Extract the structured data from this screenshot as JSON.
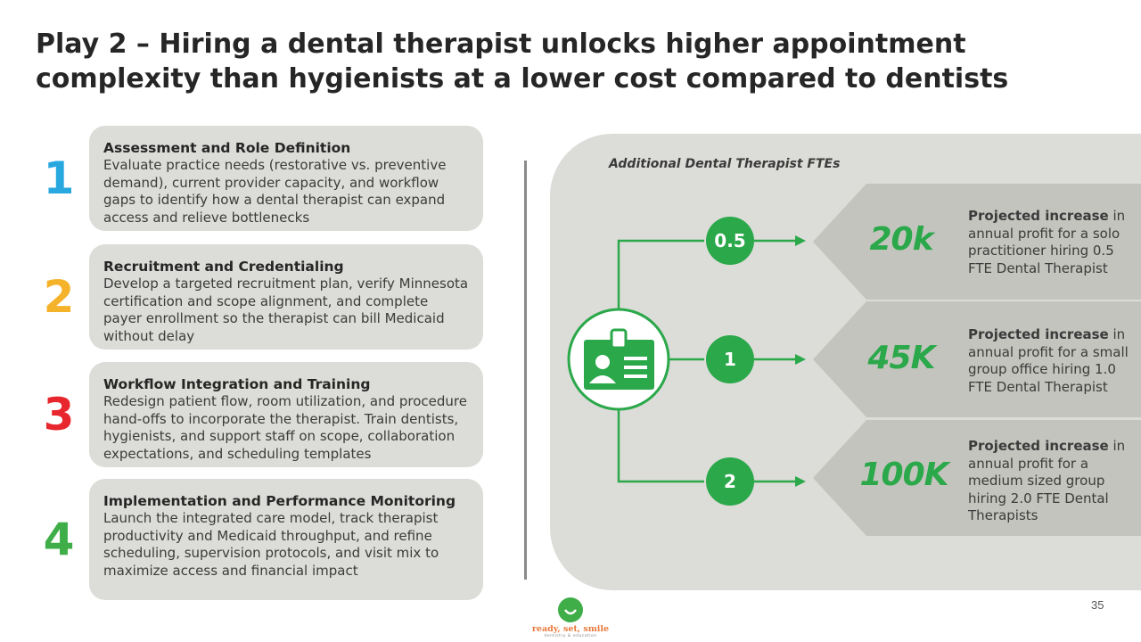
{
  "title": "Play 2 – Hiring a dental therapist unlocks higher appointment complexity than hygienists at a lower cost compared to dentists",
  "steps": [
    {
      "num": "1",
      "color": "#29a8e0",
      "title": "Assessment and Role Definition",
      "desc": "Evaluate practice needs (restorative vs. preventive demand), current provider capacity, and workflow gaps to identify how a dental therapist can expand access and relieve bottlenecks"
    },
    {
      "num": "2",
      "color": "#f4b32a",
      "title": "Recruitment and Credentialing",
      "desc": "Develop a targeted recruitment plan, verify Minnesota certification and scope alignment, and complete payer enrollment so the therapist can bill Medicaid without delay"
    },
    {
      "num": "3",
      "color": "#e8262d",
      "title": "Workflow Integration and Training",
      "desc": "Redesign patient flow, room utilization, and procedure hand-offs to incorporate the therapist. Train dentists, hygienists, and support staff on scope, collaboration expectations, and scheduling templates"
    },
    {
      "num": "4",
      "color": "#3fae49",
      "title": "Implementation and Performance Monitoring",
      "desc": "Launch the integrated care model, track therapist productivity and Medicaid throughput, and refine scheduling, supervision protocols, and visit mix to maximize access and financial impact"
    }
  ],
  "panel": {
    "label": "Additional Dental Therapist FTEs",
    "icon": "id-badge-icon",
    "accent": "#2aa84a",
    "rows": [
      {
        "fte": "0.5",
        "value": "20k",
        "bold": "Projected increase",
        "rest": " in annual profit for a solo practitioner hiring 0.5 FTE Dental Therapist"
      },
      {
        "fte": "1",
        "value": "45K",
        "bold": "Projected increase",
        "rest": " in annual profit for a small group office hiring 1.0 FTE Dental Therapist"
      },
      {
        "fte": "2",
        "value": "100K",
        "bold": "Projected increase",
        "rest": " in annual profit for a medium sized group hiring 2.0 FTE Dental Therapists"
      }
    ]
  },
  "logo": {
    "text": "ready, set, smile",
    "sub": "dentistry & education"
  },
  "page_number": "35"
}
